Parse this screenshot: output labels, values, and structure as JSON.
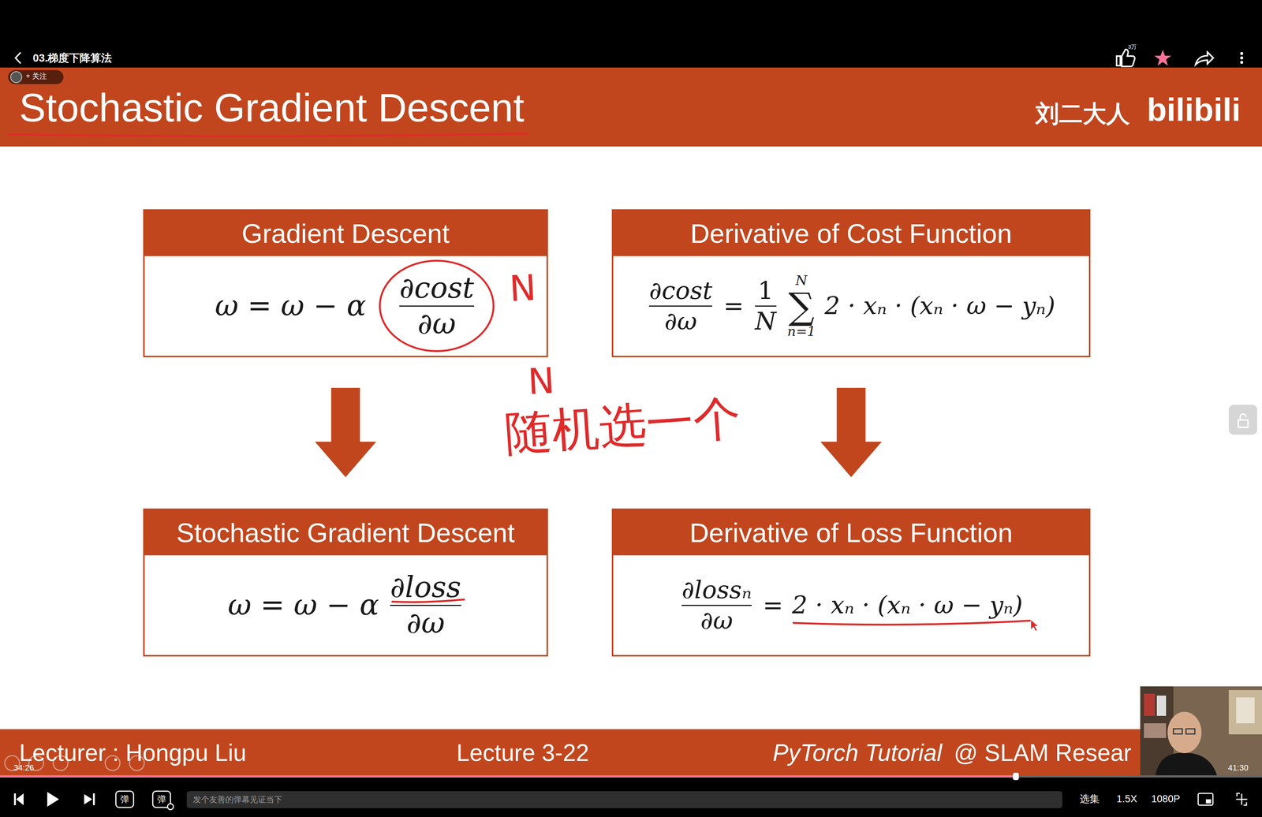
{
  "diagram": {
    "title": "Stochastic Gradient Descent",
    "nodes": [
      {
        "text": [
          "Gradient Descent",
          "ω = ω − α",
          "∂cost",
          "∂ω"
        ]
      },
      {
        "text": [
          "Derivative of Cost Function",
          "∂cost",
          "∂ω",
          "=",
          "1",
          "N",
          "N",
          "∑",
          "n=1",
          "2 · xₙ · (xₙ · ω − yₙ)"
        ]
      },
      {
        "text": [
          "Stochastic Gradient Descent",
          "ω = ω − α",
          "∂loss",
          "∂ω"
        ]
      },
      {
        "text": [
          "Derivative of Loss Function",
          "∂lossₙ",
          "∂ω",
          "=",
          "2 · xₙ · (xₙ · ω − yₙ)"
        ]
      }
    ],
    "edges": [
      {
        "from": 0,
        "to": 2,
        "arrow": "to"
      },
      {
        "from": 1,
        "to": 3,
        "arrow": "to"
      }
    ],
    "labels": [
      "03.梯度下降算法",
      "3万",
      "+ 关注",
      "刘二大人",
      "bilibili",
      "N",
      "N",
      "随机选一个",
      "Lecturer : Hongpu Liu",
      "Lecture 3-22",
      "PyTorch Tutorial",
      "@ SLAM Resear",
      "34:26",
      "41:30",
      "弹",
      "弹",
      "发个友善的弹幕见证当下",
      "选集",
      "1.5X",
      "1080P"
    ]
  }
}
